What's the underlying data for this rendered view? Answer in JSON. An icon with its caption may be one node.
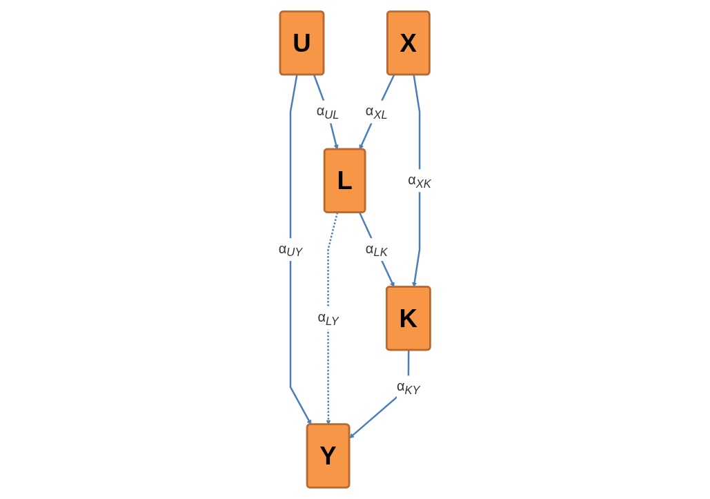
{
  "diagram": {
    "nodes": [
      {
        "text": [
          "U"
        ]
      },
      {
        "text": [
          "L"
        ]
      },
      {
        "text": [
          "X"
        ]
      },
      {
        "text": [
          "K"
        ]
      },
      {
        "text": [
          "Y"
        ]
      }
    ],
    "edges": [
      {
        "from": 0,
        "to": 1,
        "arrow": "to",
        "label": "α$_{UL}$"
      },
      {
        "from": 0,
        "to": 4,
        "arrow": "to",
        "label": "α$_{UY}$"
      },
      {
        "from": 1,
        "to": 4,
        "arrow": "to",
        "label": "α$_{LY}$",
        "style": "dashed"
      },
      {
        "from": 2,
        "to": 1,
        "arrow": "to",
        "label": "α$_{XL}$"
      },
      {
        "from": 1,
        "to": 3,
        "arrow": "to",
        "label": "α$_{LK}$"
      },
      {
        "from": 2,
        "to": 3,
        "arrow": "to",
        "label": "α$_{XK}$"
      },
      {
        "from": 3,
        "to": 4,
        "arrow": "to",
        "label": "α$_{KY}$"
      }
    ]
  }
}
